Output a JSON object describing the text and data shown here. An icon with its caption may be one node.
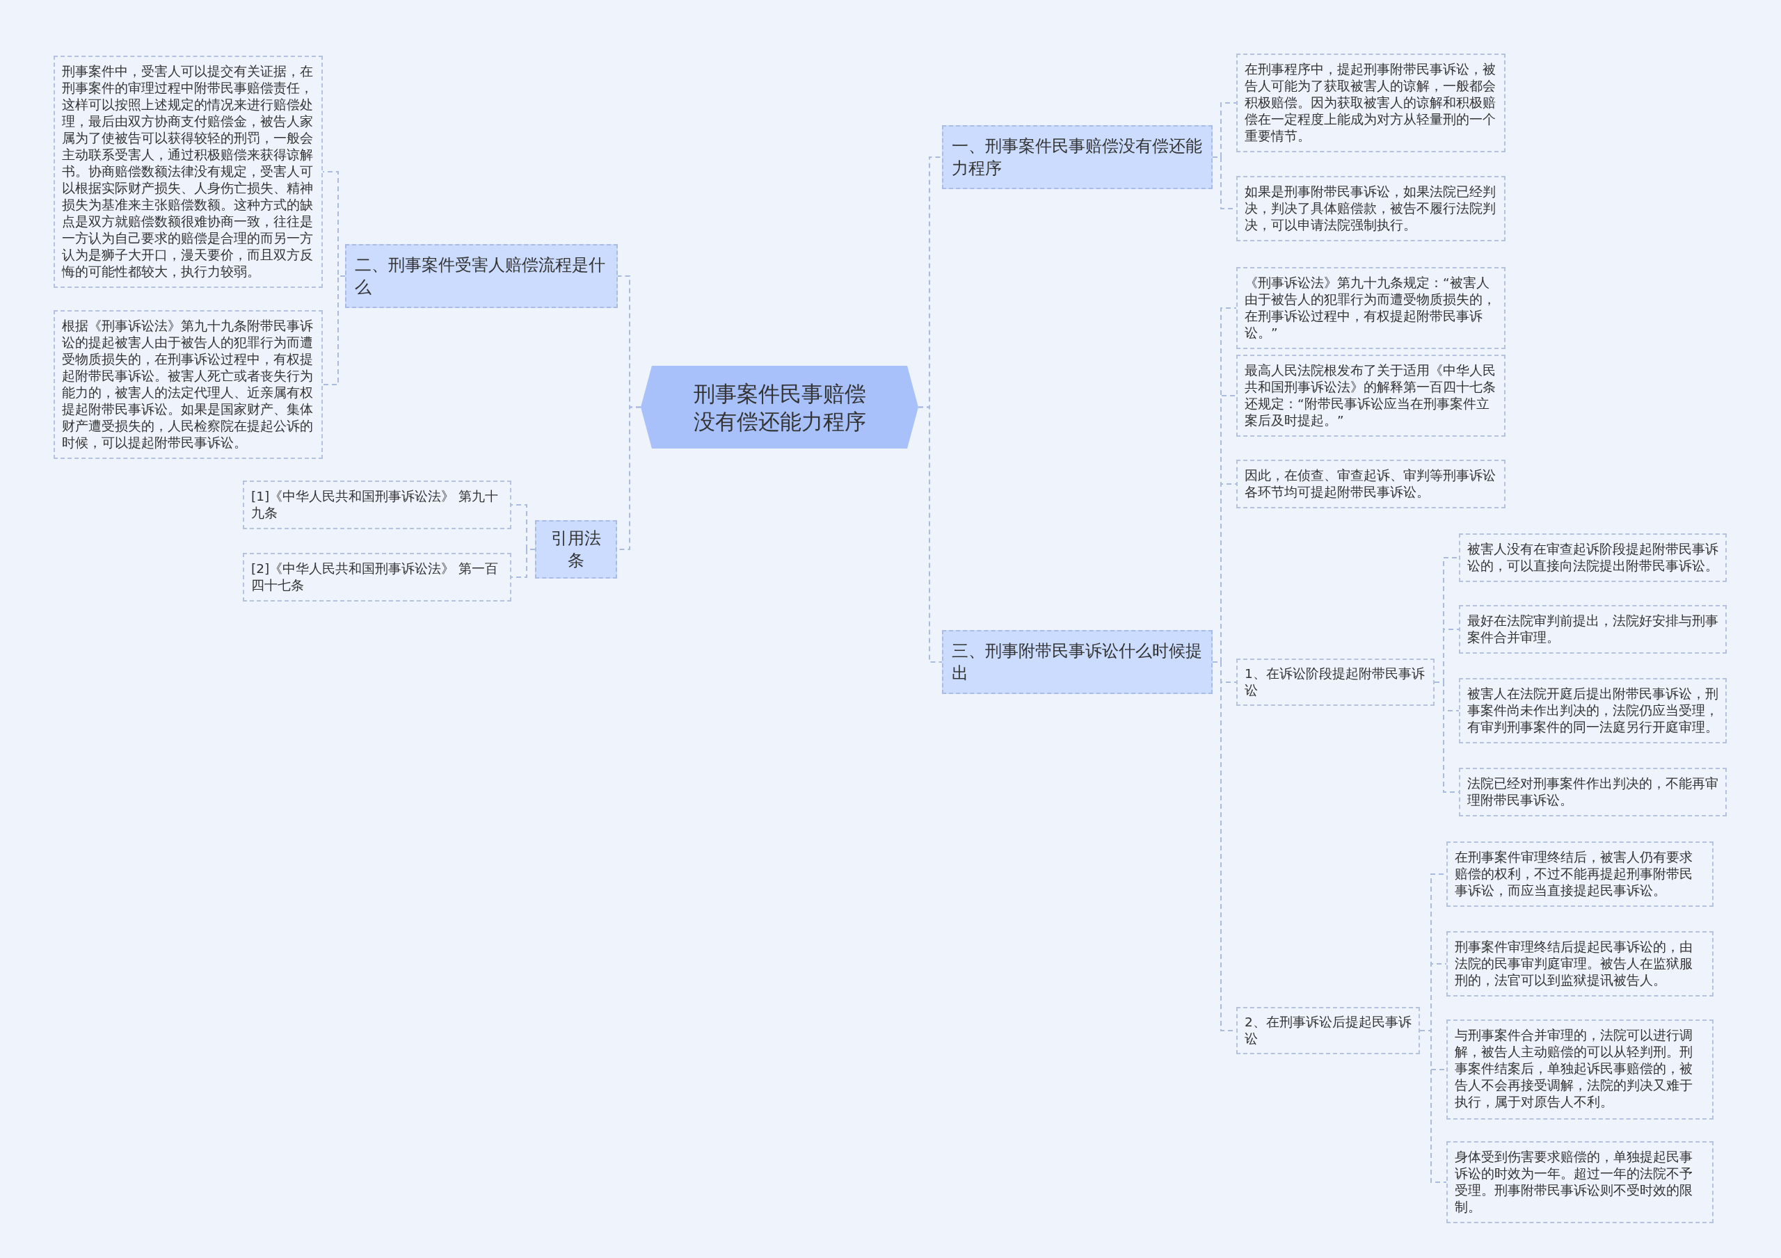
{
  "diagram": {
    "nodes": [
      {
        "text": [
          "刑事案件民事赔偿没有偿还能力程序"
        ]
      },
      {
        "text": [
          "一、刑事案件民事赔偿没有偿还能力程序"
        ]
      },
      {
        "text": [
          "在刑事程序中，提起刑事附带民事诉讼，被告人可能为了获取被害人的谅解，一般都会积极赔偿。因为获取被害人的谅解和积极赔偿在一定程度上能成为对方从轻量刑的一个重要情节。"
        ]
      },
      {
        "text": [
          "如果是刑事附带民事诉讼，如果法院已经判决，判决了具体赔偿款，被告不履行法院判决，可以申请法院强制执行。"
        ]
      },
      {
        "text": [
          "二、刑事案件受害人赔偿流程是什么"
        ]
      },
      {
        "text": [
          "刑事案件中，受害人可以提交有关证据，在刑事案件的审理过程中附带民事赔偿责任，这样可以按照上述规定的情况来进行赔偿处理，最后由双方协商支付赔偿金，被告人家属为了使被告可以获得较轻的刑罚，一般会主动联系受害人，通过积极赔偿来获得谅解书。协商赔偿数额法律没有规定，受害人可以根据实际财产损失、人身伤亡损失、精神损失为基准来主张赔偿数额。这种方式的缺点是双方就赔偿数额很难协商一致，往往是一方认为自己要求的赔偿是合理的而另一方认为是狮子大开口，漫天要价，而且双方反悔的可能性都较大，执行力较弱。"
        ]
      },
      {
        "text": [
          "根据《刑事诉讼法》第九十九条附带民事诉讼的提起被害人由于被告人的犯罪行为而遭受物质损失的，在刑事诉讼过程中，有权提起附带民事诉讼。被害人死亡或者丧失行为能力的，被害人的法定代理人、近亲属有权提起附带民事诉讼。如果是国家财产、集体财产遭受损失的，人民检察院在提起公诉的时候，可以提起附带民事诉讼。"
        ]
      },
      {
        "text": [
          "三、刑事附带民事诉讼什么时候提出"
        ]
      },
      {
        "text": [
          "《刑事诉讼法》第九十九条规定：“被害人由于被告人的犯罪行为而遭受物质损失的，在刑事诉讼过程中，有权提起附带民事诉讼。”"
        ]
      },
      {
        "text": [
          "最高人民法院根发布了关于适用《中华人民共和国刑事诉讼法》的解释第一百四十七条还规定：“附带民事诉讼应当在刑事案件立案后及时提起。”"
        ]
      },
      {
        "text": [
          "因此，在侦查、审查起诉、审判等刑事诉讼各环节均可提起附带民事诉讼。"
        ]
      },
      {
        "text": [
          "1、在诉讼阶段提起附带民事诉讼"
        ]
      },
      {
        "text": [
          "被害人没有在审查起诉阶段提起附带民事诉讼的，可以直接向法院提出附带民事诉讼。"
        ]
      },
      {
        "text": [
          "最好在法院审判前提出，法院好安排与刑事案件合并审理。"
        ]
      },
      {
        "text": [
          "被害人在法院开庭后提出附带民事诉讼，刑事案件尚未作出判决的，法院仍应当受理，有审判刑事案件的同一法庭另行开庭审理。"
        ]
      },
      {
        "text": [
          "法院已经对刑事案件作出判决的，不能再审理附带民事诉讼。"
        ]
      },
      {
        "text": [
          "2、在刑事诉讼后提起民事诉讼"
        ]
      },
      {
        "text": [
          "在刑事案件审理终结后，被害人仍有要求赔偿的权利，不过不能再提起刑事附带民事诉讼，而应当直接提起民事诉讼。"
        ]
      },
      {
        "text": [
          "刑事案件审理终结后提起民事诉讼的，由法院的民事审判庭审理。被告人在监狱服刑的，法官可以到监狱提讯被告人。"
        ]
      },
      {
        "text": [
          "与刑事案件合并审理的，法院可以进行调解，被告人主动赔偿的可以从轻判刑。刑事案件结案后，单独起诉民事赔偿的，被告人不会再接受调解，法院的判决又难于执行，属于对原告人不利。"
        ]
      },
      {
        "text": [
          "身体受到伤害要求赔偿的，单独提起民事诉讼的时效为一年。超过一年的法院不予受理。刑事附带民事诉讼则不受时效的限制。"
        ]
      },
      {
        "text": [
          "引用法条"
        ]
      },
      {
        "text": [
          "[1]《中华人民共和国刑事诉讼法》 第九十九条"
        ]
      },
      {
        "text": [
          "[2]《中华人民共和国刑事诉讼法》 第一百四十七条"
        ]
      }
    ],
    "edges": [
      {
        "from": 0,
        "to": 1,
        "arrow": "none",
        "style": "dashed"
      },
      {
        "from": 1,
        "to": 2,
        "arrow": "none",
        "style": "dashed"
      },
      {
        "from": 1,
        "to": 3,
        "arrow": "none",
        "style": "dashed"
      },
      {
        "from": 0,
        "to": 4,
        "arrow": "none",
        "style": "dashed"
      },
      {
        "from": 4,
        "to": 5,
        "arrow": "none",
        "style": "dashed"
      },
      {
        "from": 4,
        "to": 6,
        "arrow": "none",
        "style": "dashed"
      },
      {
        "from": 0,
        "to": 7,
        "arrow": "none",
        "style": "dashed"
      },
      {
        "from": 7,
        "to": 8,
        "arrow": "none",
        "style": "dashed"
      },
      {
        "from": 7,
        "to": 9,
        "arrow": "none",
        "style": "dashed"
      },
      {
        "from": 7,
        "to": 10,
        "arrow": "none",
        "style": "dashed"
      },
      {
        "from": 7,
        "to": 11,
        "arrow": "none",
        "style": "dashed"
      },
      {
        "from": 11,
        "to": 12,
        "arrow": "none",
        "style": "dashed"
      },
      {
        "from": 11,
        "to": 13,
        "arrow": "none",
        "style": "dashed"
      },
      {
        "from": 11,
        "to": 14,
        "arrow": "none",
        "style": "dashed"
      },
      {
        "from": 11,
        "to": 15,
        "arrow": "none",
        "style": "dashed"
      },
      {
        "from": 7,
        "to": 16,
        "arrow": "none",
        "style": "dashed"
      },
      {
        "from": 16,
        "to": 17,
        "arrow": "none",
        "style": "dashed"
      },
      {
        "from": 16,
        "to": 18,
        "arrow": "none",
        "style": "dashed"
      },
      {
        "from": 16,
        "to": 19,
        "arrow": "none",
        "style": "dashed"
      },
      {
        "from": 16,
        "to": 20,
        "arrow": "none",
        "style": "dashed"
      },
      {
        "from": 0,
        "to": 21,
        "arrow": "none",
        "style": "dashed"
      },
      {
        "from": 21,
        "to": 22,
        "arrow": "none",
        "style": "dashed"
      },
      {
        "from": 21,
        "to": 23,
        "arrow": "none",
        "style": "dashed"
      }
    ]
  }
}
